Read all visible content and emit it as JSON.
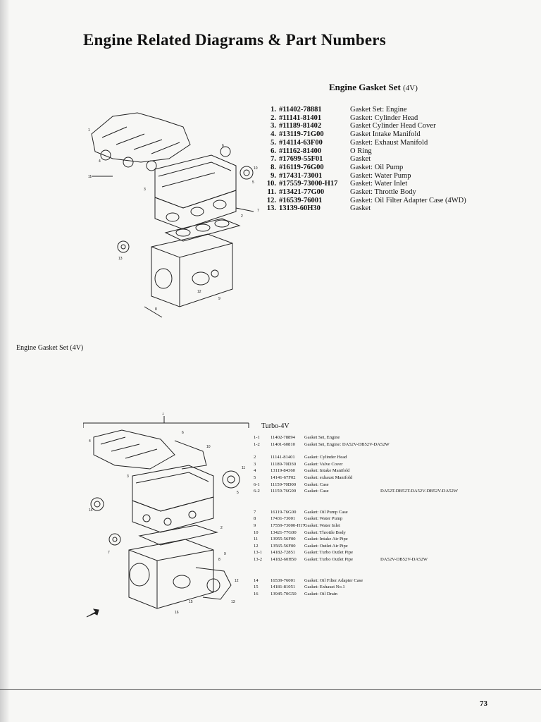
{
  "page_title": "Engine Related Diagrams & Part Numbers",
  "section1": {
    "heading": "Engine Gasket Set",
    "heading_suffix": "(4V)",
    "items": [
      {
        "num": "1.",
        "part": "#11402-78881",
        "desc": "Gasket Set: Engine"
      },
      {
        "num": "2.",
        "part": "#11141-81401",
        "desc": "Gasket: Cylinder Head"
      },
      {
        "num": "3.",
        "part": "#11189-81402",
        "desc": "Gasket Cylinder Head Cover"
      },
      {
        "num": "4.",
        "part": "#13119-71G00",
        "desc": "Gasket Intake Manifold"
      },
      {
        "num": "5.",
        "part": "#14114-63F00",
        "desc": "Gasket: Exhaust Manifold"
      },
      {
        "num": "6.",
        "part": "#11162-81400",
        "desc": "O Ring"
      },
      {
        "num": "7.",
        "part": "#17699-55F01",
        "desc": "Gasket"
      },
      {
        "num": "8.",
        "part": "#16119-76G00",
        "desc": "Gasket: Oil Pump"
      },
      {
        "num": "9.",
        "part": "#17431-73001",
        "desc": "Gasket: Water Pump"
      },
      {
        "num": "10.",
        "part": "#17559-73000-H17",
        "desc": "Gasket: Water Inlet"
      },
      {
        "num": "11.",
        "part": "#13421-77G00",
        "desc": "Gasket: Throttle Body"
      },
      {
        "num": "12.",
        "part": "#16539-76001",
        "desc": "Gasket: Oil Filter Adapter Case (4WD)"
      },
      {
        "num": "13.",
        "part": "13139-60H30",
        "desc": "Gasket"
      }
    ]
  },
  "side_label": "Engine Gasket Set (4V)",
  "section2": {
    "heading": "Turbo-4V",
    "group_a": [
      {
        "num": "1-1",
        "part": "11402-78894",
        "desc": "Gasket Set, Engine",
        "note": ""
      },
      {
        "num": "1-2",
        "part": "11401-60810",
        "desc": "Gasket Set, Engine: DA52V-DB52V-DA52W",
        "note": ""
      }
    ],
    "group_b": [
      {
        "num": "2",
        "part": "11141-81401",
        "desc": "Gasket: Cylinder Head",
        "note": ""
      },
      {
        "num": "3",
        "part": "11189-70D30",
        "desc": "Gasket: Valve Cover",
        "note": ""
      },
      {
        "num": "4",
        "part": "13119-84360",
        "desc": "Gasket: Intake Manifold",
        "note": ""
      },
      {
        "num": "5",
        "part": "14141-67F02",
        "desc": "Gasket: exhaust Manifold",
        "note": ""
      },
      {
        "num": "6-1",
        "part": "11159-70D00",
        "desc": "Gasket: Case",
        "note": ""
      },
      {
        "num": "6-2",
        "part": "11159-76G00",
        "desc": "Gasket: Case",
        "note": "DA52T-DB52T-DA52V-DB52V-DA52W"
      }
    ],
    "group_c": [
      {
        "num": "7",
        "part": "16119-76G00",
        "desc": "Gasket: Oil Pump Case",
        "note": ""
      },
      {
        "num": "8",
        "part": "17431-73001",
        "desc": "Gasket: Water Pump",
        "note": ""
      },
      {
        "num": "9",
        "part": "17559-73000-H17",
        "desc": "Gasket: Water Inlet",
        "note": ""
      },
      {
        "num": "10",
        "part": "13421-77G00",
        "desc": "Gasket: Throttle Body",
        "note": ""
      },
      {
        "num": "11",
        "part": "13955-56F00",
        "desc": "Gasket: Intake Air Pipe",
        "note": ""
      },
      {
        "num": "12",
        "part": "13565-56F00",
        "desc": "Gasket: Outlet Air Pipe",
        "note": ""
      },
      {
        "num": "13-1",
        "part": "14182-72851",
        "desc": "Gasket: Turbo Outlet Pipe",
        "note": ""
      },
      {
        "num": "13-2",
        "part": "14182-60H50",
        "desc": "Gasket: Turbo Outlet Pipe",
        "note": "DA52V-DB52V-DA52W"
      }
    ],
    "group_d": [
      {
        "num": "14",
        "part": "16539-76001",
        "desc": "Gasket: Oil Filter Adapter Case",
        "note": ""
      },
      {
        "num": "15",
        "part": "14181-81051",
        "desc": "Gasket: Exhaust No.1",
        "note": ""
      },
      {
        "num": "16",
        "part": "13945-70G50",
        "desc": "Gasket: Oil Drain",
        "note": ""
      }
    ]
  },
  "diagram1_callouts": [
    "1",
    "2",
    "3",
    "4",
    "5",
    "6",
    "7",
    "8",
    "9",
    "10",
    "11",
    "12",
    "13"
  ],
  "diagram2_callouts": [
    "1",
    "2",
    "3",
    "4",
    "5",
    "6",
    "7",
    "8",
    "9",
    "10",
    "11",
    "12",
    "13",
    "14",
    "15",
    "16"
  ],
  "page_number": "73"
}
